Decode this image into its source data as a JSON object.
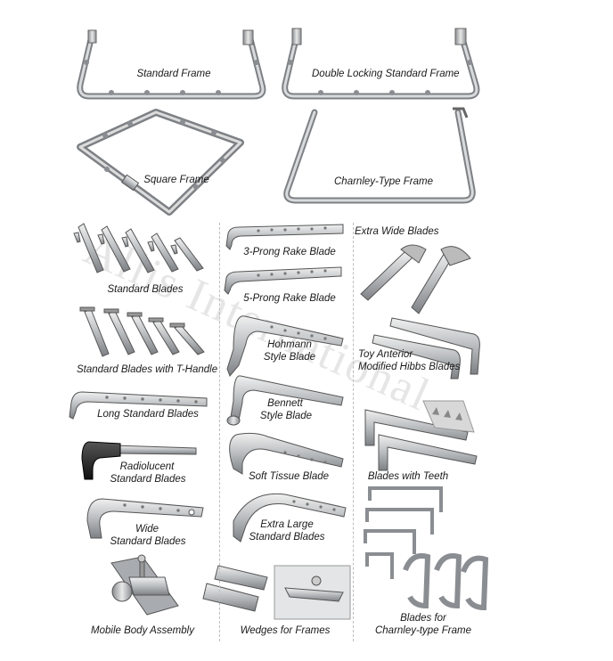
{
  "watermark": "Allis International",
  "labels": {
    "standard_frame": "Standard Frame",
    "double_locking": "Double Locking Standard Frame",
    "square_frame": "Square Frame",
    "charnley_frame": "Charnley-Type Frame",
    "standard_blades": "Standard Blades",
    "t_handle": "Standard Blades with T-Handle",
    "long_standard": "Long Standard Blades",
    "radiolucent_1": "Radiolucent",
    "radiolucent_2": "Standard Blades",
    "wide_1": "Wide",
    "wide_2": "Standard Blades",
    "mobile_body": "Mobile Body Assembly",
    "three_prong": "3-Prong Rake Blade",
    "five_prong": "5-Prong Rake Blade",
    "hohmann_1": "Hohmann",
    "hohmann_2": "Style Blade",
    "bennett_1": "Bennett",
    "bennett_2": "Style Blade",
    "soft_tissue": "Soft Tissue Blade",
    "xl_1": "Extra Large",
    "xl_2": "Standard Blades",
    "wedges": "Wedges for Frames",
    "extra_wide": "Extra Wide Blades",
    "toy_1": "Toy Anterior",
    "toy_2": "Modified Hibbs Blades",
    "teeth": "Blades with Teeth",
    "charnley_blades_1": "Blades for",
    "charnley_blades_2": "Charnley-type Frame"
  }
}
